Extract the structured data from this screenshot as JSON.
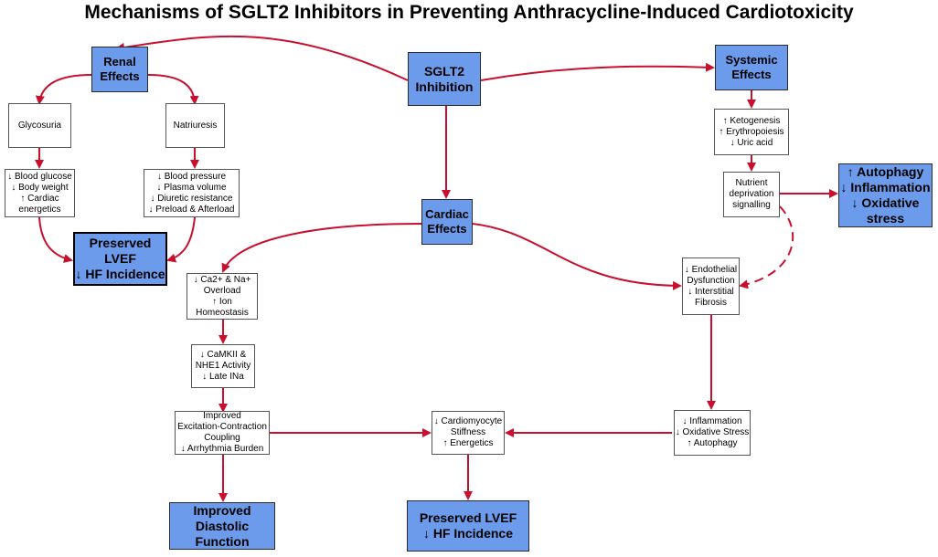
{
  "title": "Mechanisms of SGLT2 Inhibitors in Preventing Anthracycline-Induced Cardiotoxicity",
  "nodes": {
    "sglt2": [
      "SGLT2",
      "Inhibition"
    ],
    "renal": [
      "Renal",
      "Effects"
    ],
    "systemic": [
      "Systemic",
      "Effects"
    ],
    "cardiac": [
      "Cardiac",
      "Effects"
    ],
    "glycosuria": [
      "Glycosuria"
    ],
    "natriuresis": [
      "Natriuresis"
    ],
    "blood_glucose": [
      "↓ Blood glucose",
      "↓ Body weight",
      "↑ Cardiac",
      "energetics"
    ],
    "blood_pressure": [
      "↓ Blood pressure",
      "↓ Plasma volume",
      "↓ Diuretic resistance",
      "↓ Preload & Afterload"
    ],
    "preserved_lvef_renal": [
      "Preserved",
      "LVEF",
      "↓ HF Incidence"
    ],
    "ketogenesis": [
      "↑ Ketogenesis",
      "↑ Erythropoiesis",
      "↓ Uric acid"
    ],
    "nutrient": [
      "Nutrient",
      "deprivation",
      "signalling"
    ],
    "autophagy_out": [
      "↑ Autophagy",
      "↓ Inflammation",
      "↓ Oxidative",
      "stress"
    ],
    "ca_overload": [
      "↓ Ca2+ & Na+",
      "Overload",
      "↑ Ion",
      "Homeostasis"
    ],
    "camkii": [
      "↓ CaMKII &",
      "NHE1 Activity",
      "↓ Late INa"
    ],
    "excitation": [
      "Improved",
      "Excitation-Contraction",
      "Coupling",
      "↓ Arrhythmia Burden"
    ],
    "endothelial": [
      "↓ Endothelial",
      "Dysfunction",
      "↓ Interstitial",
      "Fibrosis"
    ],
    "inflammation": [
      "↓ Inflammation",
      "↓ Oxidative Stress",
      "↑ Autophagy"
    ],
    "stiffness": [
      "↓ Cardiomyocyte",
      "Stiffness",
      "↑ Energetics"
    ],
    "diastolic": [
      "Improved",
      "Diastolic",
      "Function"
    ],
    "preserved_lvef_bottom": [
      "Preserved LVEF",
      "↓ HF Incidence"
    ]
  },
  "colors": {
    "box_fill": "#6b9bea",
    "arrow": "#c8102e",
    "border": "#2b2b2b"
  }
}
